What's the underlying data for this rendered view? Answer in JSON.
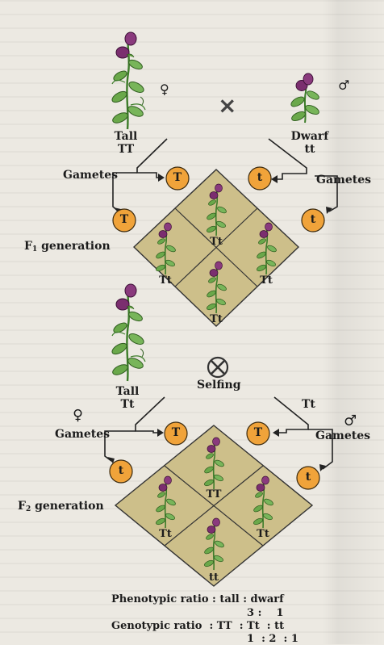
{
  "p_generation": {
    "left_parent": {
      "phenotype": "Tall",
      "genotype": "TT",
      "sex_symbol": "♀"
    },
    "right_parent": {
      "phenotype": "Dwarf",
      "genotype": "tt",
      "sex_symbol": "♂"
    },
    "cross_symbol": "×",
    "gametes_label_left": "Gametes",
    "gametes_label_right": "Gametes",
    "gametes_left": [
      "T",
      "T"
    ],
    "gametes_right": [
      "t",
      "t"
    ]
  },
  "f1": {
    "label_main": "F",
    "label_sub": "1",
    "label_rest": " generation",
    "cells": [
      "Tt",
      "Tt",
      "Tt",
      "Tt"
    ]
  },
  "selfing": {
    "parent_phenotype": "Tall",
    "parent_genotype": "Tt",
    "symbol": "⊗",
    "label": "Selfing",
    "right_genotype": "Tt",
    "female_symbol": "♀",
    "male_symbol": "♂",
    "gametes_label_left": "Gametes",
    "gametes_label_right": "Gametes",
    "gametes_left": [
      "T",
      "t"
    ],
    "gametes_right": [
      "T",
      "t"
    ]
  },
  "f2": {
    "label_main": "F",
    "label_sub": "2",
    "label_rest": " generation",
    "cells": [
      "TT",
      "Tt",
      "Tt",
      "tt"
    ]
  },
  "ratios": {
    "phenotypic_label": "Phenotypic ratio : tall : dwarf",
    "phenotypic_values": "3 :    1",
    "genotypic_label": "Genotypic ratio  : TT  : Tt  : tt",
    "genotypic_values": "1  : 2  : 1"
  },
  "colors": {
    "diamond_fill": "#cdbf8a",
    "gamete_fill": "#f0a33a",
    "flower": "#6e2a64",
    "leaf": "#5b9a3a"
  }
}
